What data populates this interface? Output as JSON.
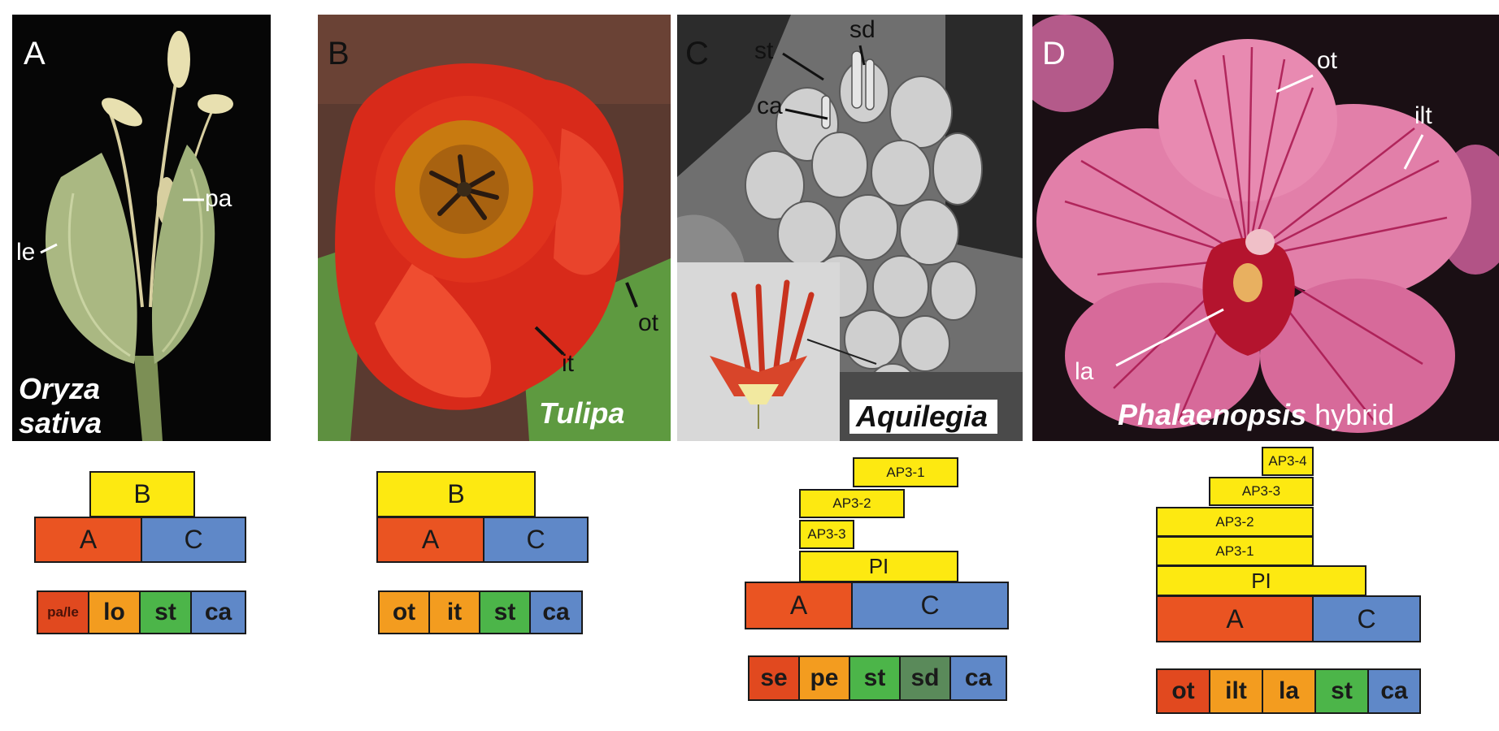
{
  "panels": {
    "a": {
      "letter": "A",
      "species_line1": "Oryza",
      "species_line2": "sativa",
      "labels": {
        "le": "le",
        "pa": "pa"
      }
    },
    "b": {
      "letter": "B",
      "species": "Tulipa",
      "labels": {
        "ot": "ot",
        "it": "it"
      }
    },
    "c": {
      "letter": "C",
      "species": "Aquilegia",
      "labels": {
        "st": "st",
        "sd": "sd",
        "ca": "ca"
      }
    },
    "d": {
      "letter": "D",
      "species_italic": "Phalaenopsis",
      "species_rest": " hybrid",
      "labels": {
        "ot": "ot",
        "ilt": "ilt",
        "la": "la"
      }
    }
  },
  "models": {
    "a": {
      "genes": {
        "b": "B",
        "a": "A",
        "c": "C"
      },
      "organs": [
        "pa/le",
        "lo",
        "st",
        "ca"
      ]
    },
    "b": {
      "genes": {
        "b": "B",
        "a": "A",
        "c": "C"
      },
      "organs": [
        "ot",
        "it",
        "st",
        "ca"
      ]
    },
    "c": {
      "genes": {
        "ap3_1": "AP3-1",
        "ap3_2": "AP3-2",
        "ap3_3": "AP3-3",
        "pi": "PI",
        "a": "A",
        "c": "C"
      },
      "organs": [
        "se",
        "pe",
        "st",
        "sd",
        "ca"
      ]
    },
    "d": {
      "genes": {
        "ap3_4": "AP3-4",
        "ap3_3": "AP3-3",
        "ap3_2": "AP3-2",
        "ap3_1": "AP3-1",
        "pi": "PI",
        "a": "A",
        "c": "C"
      },
      "organs": [
        "ot",
        "ilt",
        "la",
        "st",
        "ca"
      ]
    }
  },
  "colors": {
    "b_gene": "#fde911",
    "a_gene": "#ea5422",
    "c_gene": "#5f88c8",
    "perianth": "#f39c1f",
    "stamen": "#4cb549",
    "staminodium": "#5a8a5a",
    "carpel": "#5f88c8"
  }
}
